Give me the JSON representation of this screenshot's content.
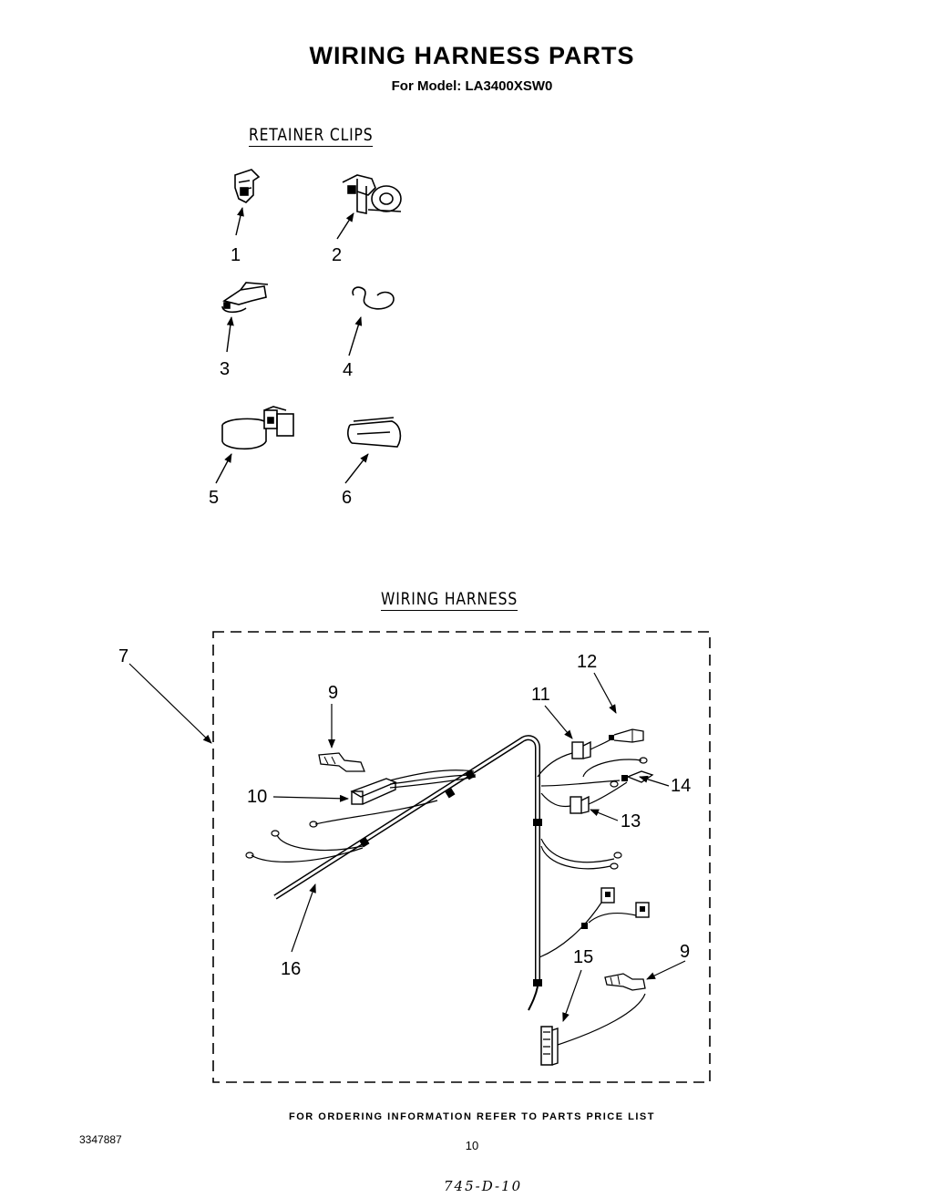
{
  "header": {
    "title": "WIRING HARNESS PARTS",
    "model": "For Model: LA3400XSW0"
  },
  "sections": {
    "retainer_clips": "RETAINER CLIPS",
    "wiring_harness": "WIRING HARNESS"
  },
  "callouts": {
    "c1": "1",
    "c2": "2",
    "c3": "3",
    "c4": "4",
    "c5": "5",
    "c6": "6",
    "c7": "7",
    "c9a": "9",
    "c9b": "9",
    "c10": "10",
    "c11": "11",
    "c12": "12",
    "c13": "13",
    "c14": "14",
    "c15": "15",
    "c16": "16"
  },
  "footer": {
    "ordering": "FOR ORDERING INFORMATION REFER TO PARTS PRICE LIST",
    "code": "3347887",
    "page": "10",
    "handwritten": "745-D-10"
  }
}
